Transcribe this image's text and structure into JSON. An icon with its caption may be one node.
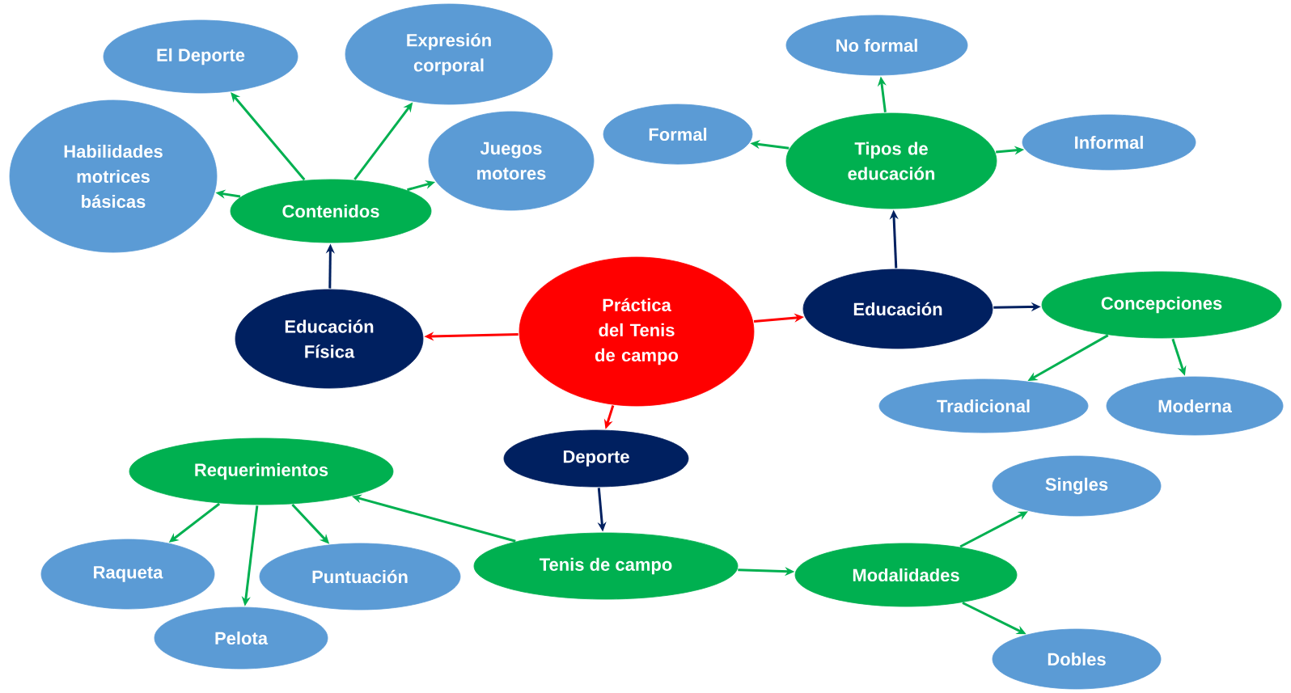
{
  "diagram": {
    "nodes": [
      {
        "text": [
          "Práctica del Tenis de campo"
        ]
      },
      {
        "text": [
          "Educación Física"
        ]
      },
      {
        "text": [
          "Contenidos"
        ]
      },
      {
        "text": [
          "El Deporte"
        ]
      },
      {
        "text": [
          "Expresión corporal"
        ]
      },
      {
        "text": [
          "Habilidades motrices básicas"
        ]
      },
      {
        "text": [
          "Juegos motores"
        ]
      },
      {
        "text": [
          "Educación"
        ]
      },
      {
        "text": [
          "Tipos de educación"
        ]
      },
      {
        "text": [
          "No formal"
        ]
      },
      {
        "text": [
          "Formal"
        ]
      },
      {
        "text": [
          "Informal"
        ]
      },
      {
        "text": [
          "Concepciones"
        ]
      },
      {
        "text": [
          "Tradicional"
        ]
      },
      {
        "text": [
          "Moderna"
        ]
      },
      {
        "text": [
          "Deporte"
        ]
      },
      {
        "text": [
          "Tenis de campo"
        ]
      },
      {
        "text": [
          "Requerimientos"
        ]
      },
      {
        "text": [
          "Raqueta"
        ]
      },
      {
        "text": [
          "Pelota"
        ]
      },
      {
        "text": [
          "Puntuación"
        ]
      },
      {
        "text": [
          "Modalidades"
        ]
      },
      {
        "text": [
          "Singles"
        ]
      },
      {
        "text": [
          "Dobles"
        ]
      }
    ],
    "edges": [
      {
        "from": 0,
        "to": 1,
        "arrow": "to",
        "color": "#ff0000"
      },
      {
        "from": 0,
        "to": 7,
        "arrow": "to",
        "color": "#ff0000"
      },
      {
        "from": 0,
        "to": 15,
        "arrow": "to",
        "color": "#ff0000"
      },
      {
        "from": 1,
        "to": 2,
        "arrow": "to",
        "color": "#002060"
      },
      {
        "from": 2,
        "to": 3,
        "arrow": "to"
      },
      {
        "from": 2,
        "to": 4,
        "arrow": "to"
      },
      {
        "from": 2,
        "to": 5,
        "arrow": "to"
      },
      {
        "from": 2,
        "to": 6,
        "arrow": "to"
      },
      {
        "from": 7,
        "to": 8,
        "arrow": "to",
        "color": "#002060"
      },
      {
        "from": 7,
        "to": 12,
        "arrow": "to",
        "color": "#002060"
      },
      {
        "from": 8,
        "to": 9,
        "arrow": "to"
      },
      {
        "from": 8,
        "to": 10,
        "arrow": "to"
      },
      {
        "from": 8,
        "to": 11,
        "arrow": "to"
      },
      {
        "from": 12,
        "to": 13,
        "arrow": "to"
      },
      {
        "from": 12,
        "to": 14,
        "arrow": "to"
      },
      {
        "from": 15,
        "to": 16,
        "arrow": "to",
        "color": "#002060"
      },
      {
        "from": 16,
        "to": 17,
        "arrow": "to"
      },
      {
        "from": 16,
        "to": 21,
        "arrow": "to"
      },
      {
        "from": 17,
        "to": 18,
        "arrow": "to"
      },
      {
        "from": 17,
        "to": 19,
        "arrow": "to"
      },
      {
        "from": 17,
        "to": 20,
        "arrow": "to"
      },
      {
        "from": 21,
        "to": 22,
        "arrow": "to"
      },
      {
        "from": 21,
        "to": 23,
        "arrow": "to"
      }
    ]
  }
}
